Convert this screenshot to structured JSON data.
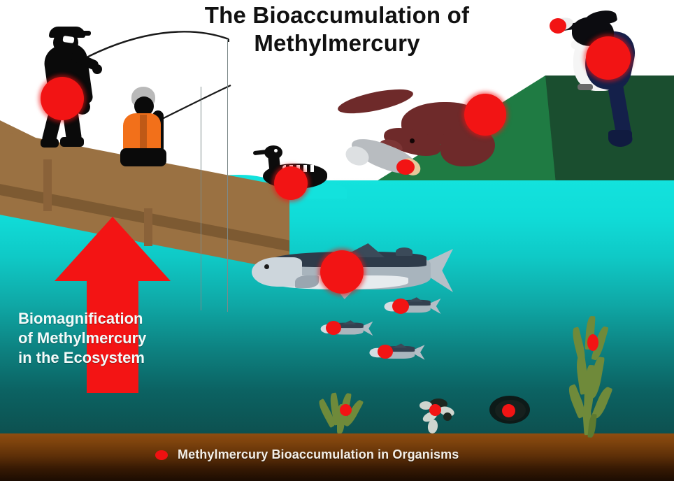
{
  "title": {
    "line1": "The Bioaccumulation of",
    "line2": "Methylmercury"
  },
  "arrow_label": {
    "line1": "Biomagnification",
    "line2": "of Methylmercury",
    "line3": "in the Ecosystem"
  },
  "legend": {
    "marker": "red-dot",
    "label": "Methylmercury Bioaccumulation in Organisms"
  },
  "colors": {
    "mercury_dot": "#f21414",
    "arrow": "#f31414",
    "water_surface": "#13e2dd",
    "water_deep": "#0d4f4e",
    "sediment_top": "#8e4d10",
    "sediment_bottom": "#1c0c02",
    "hill_green": "#1f7b43",
    "hill_dark_green": "#1a4e2f",
    "dock_wood": "#9a7142",
    "title_text": "#111111",
    "label_text": "#f2fbfa",
    "vest_orange": "#f2701a",
    "otter_brown": "#6e2a2a",
    "kingfisher_blue": "#14204a"
  },
  "organisms": [
    {
      "name": "adult-angler",
      "level": "human consumer",
      "dot_size": 60
    },
    {
      "name": "child-angler",
      "level": "human consumer",
      "dot_size": 0
    },
    {
      "name": "kingfisher",
      "level": "piscivorous bird",
      "dot_size": 62
    },
    {
      "name": "kingfisher-prey-fish",
      "level": "prey fish",
      "dot_size": 20
    },
    {
      "name": "river-otter",
      "level": "mammal predator",
      "dot_size": 56
    },
    {
      "name": "otter-prey-fish",
      "level": "prey fish",
      "dot_size": 24
    },
    {
      "name": "loon",
      "level": "waterfowl",
      "dot_size": 46
    },
    {
      "name": "large-game-fish",
      "level": "predatory fish",
      "dot_size": 56
    },
    {
      "name": "small-fish-1",
      "level": "forage fish",
      "dot_size": 22
    },
    {
      "name": "small-fish-2",
      "level": "forage fish",
      "dot_size": 20
    },
    {
      "name": "small-fish-3",
      "level": "forage fish",
      "dot_size": 20
    },
    {
      "name": "aquatic-plant-tall",
      "level": "primary producer",
      "dot_size": 16
    },
    {
      "name": "aquatic-plant-small",
      "level": "primary producer",
      "dot_size": 16
    },
    {
      "name": "invertebrate-larva",
      "level": "invertebrate",
      "dot_size": 16
    },
    {
      "name": "mussel",
      "level": "filter feeder",
      "dot_size": 18
    }
  ],
  "scene": {
    "background": "lake cross-section showing water column, shoreline hill, dock and sediment",
    "arrow_direction": "upward",
    "water_regions": [
      "surface",
      "mid-water",
      "deep-water",
      "sediment"
    ]
  }
}
